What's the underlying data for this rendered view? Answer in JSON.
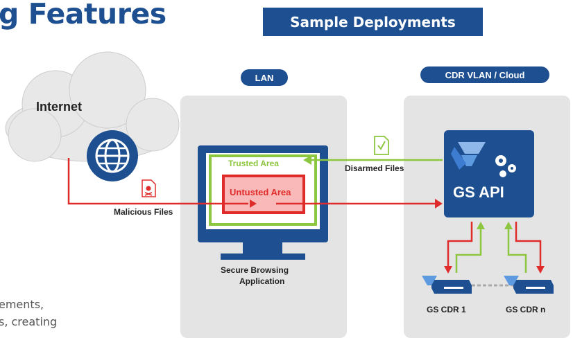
{
  "heading": "g Features",
  "section_button": "Sample Deployments",
  "lan_label": "LAN",
  "cloud_label": "CDR VLAN / Cloud",
  "internet_label": "Internet",
  "trusted_area": "Trusted Area",
  "untrusted_area": "Untusted Area",
  "malicious_files": "Malicious Files",
  "disarmed_files": "Disarmed Files",
  "app_label_line1": "Secure Browsing",
  "app_label_line2": "Application",
  "api_label": "GS API",
  "cdr1_label": "GS CDR 1",
  "cdrn_label": "GS CDR n",
  "body_line1": "ements,",
  "body_line2": "s, creating",
  "colors": {
    "brand_blue": "#1d4f91",
    "red": "#e02b2b",
    "green": "#8dc63f",
    "panel_gray": "#e4e4e4"
  }
}
